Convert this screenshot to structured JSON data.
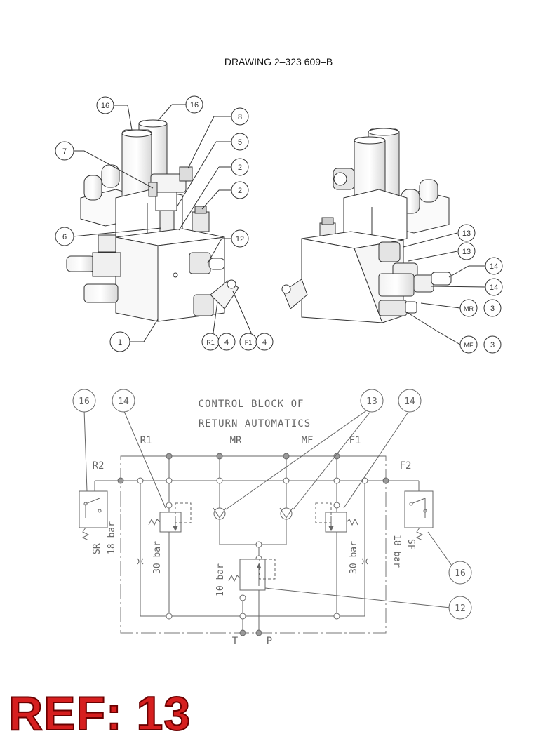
{
  "header": {
    "drawing_title": "DRAWING 2–323 609–B"
  },
  "ref_label": "REF: 13",
  "left_view_callouts": [
    "16",
    "16",
    "8",
    "5",
    "2",
    "2",
    "7",
    "6",
    "12",
    "1",
    "R1",
    "4",
    "F1",
    "4"
  ],
  "right_view_callouts": [
    "13",
    "13",
    "14",
    "14",
    "MR",
    "3",
    "MF",
    "3"
  ],
  "schematic": {
    "title_line1": "CONTROL BLOCK OF",
    "title_line2": "RETURN AUTOMATICS",
    "port_labels": {
      "r1": "R1",
      "mr": "MR",
      "mf": "MF",
      "f1": "F1",
      "r2": "R2",
      "f2": "F2",
      "t": "T",
      "p": "P"
    },
    "callouts": {
      "left16": "16",
      "left14": "14",
      "c13": "13",
      "right14": "14",
      "right16": "16",
      "c12": "12"
    },
    "valve_labels": {
      "sr": "SR",
      "sr_bar": "18 bar",
      "left_bar": "30 bar",
      "center_bar": "10 bar",
      "right_bar": "30 bar",
      "sf": "SF",
      "sf_bar": "18 bar"
    }
  },
  "colors": {
    "ref_text": "#d61f1f",
    "line": "#333333",
    "schematic_line": "#666666"
  }
}
